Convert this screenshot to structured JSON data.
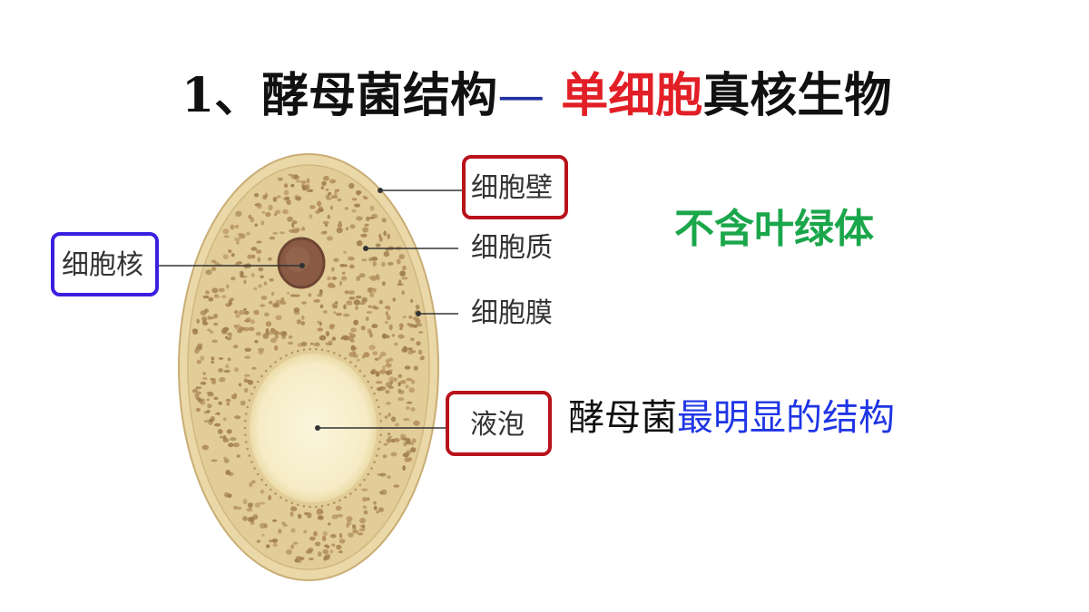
{
  "title": {
    "prefix": "1、酵母菌结构",
    "dash": "—",
    "highlight": "单细胞",
    "suffix": "真核生物"
  },
  "labels": {
    "cell_wall": "细胞壁",
    "cytoplasm": "细胞质",
    "cell_membrane": "细胞膜",
    "nucleus": "细胞核",
    "vacuole": "液泡"
  },
  "notes": {
    "no_chloroplast": "不含叶绿体",
    "vacuole_prefix": "酵母菌",
    "vacuole_emphasis": "最明显的结构"
  },
  "colors": {
    "highlight_red": "#e21f26",
    "box_red": "#b9121b",
    "box_blue": "#3a1fe0",
    "note_green": "#1aa64a",
    "note_blue": "#1f35e6",
    "cell_outer": "#e8d5a5",
    "cell_inner": "#e0cc98",
    "granule": "#a07d4e",
    "nucleus": "#8a5a44",
    "vacuole": "#faf2d4"
  }
}
